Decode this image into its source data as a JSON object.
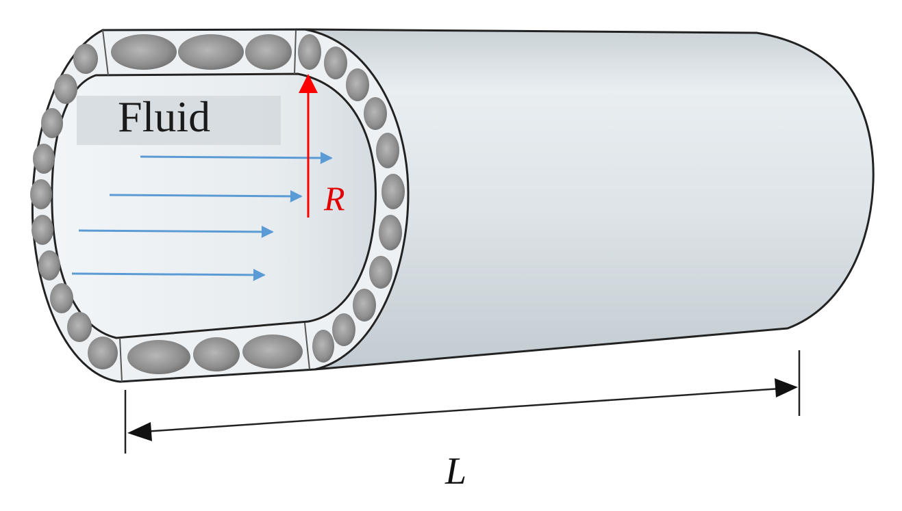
{
  "labels": {
    "fluid": "Fluid",
    "radius": "R",
    "length": "L"
  },
  "colors": {
    "radius_arrow": "#ff0000",
    "flow_arrow": "#5b9bd5",
    "tube_surface": "#d9e0e5",
    "outline": "#222222",
    "bead": "#9a9a9a"
  },
  "flow_arrow_count": 4
}
